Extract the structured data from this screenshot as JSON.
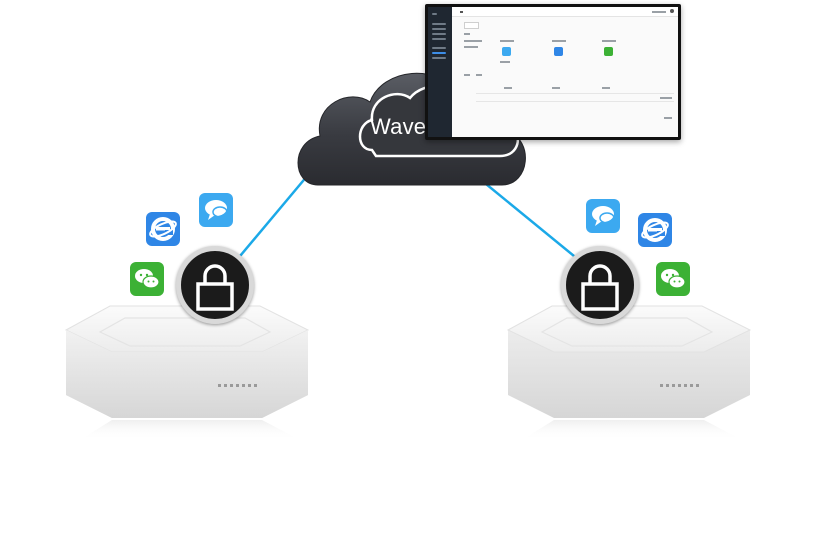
{
  "cloud": {
    "label": "WaveCloud"
  },
  "colors": {
    "link": "#1ba9e8",
    "cloud": "#3a3c42",
    "ie": "#2f86e6",
    "chat": "#3ca9f0",
    "wechat": "#3cb135",
    "lock_badge": "#1b1b1b"
  },
  "nodes": [
    {
      "name": "left-router",
      "apps": [
        "ie-icon",
        "chat-bubble-icon",
        "wechat-icon"
      ],
      "badge": "lock-icon"
    },
    {
      "name": "right-router",
      "apps": [
        "chat-bubble-icon",
        "ie-icon",
        "wechat-icon"
      ],
      "badge": "lock-icon"
    }
  ]
}
